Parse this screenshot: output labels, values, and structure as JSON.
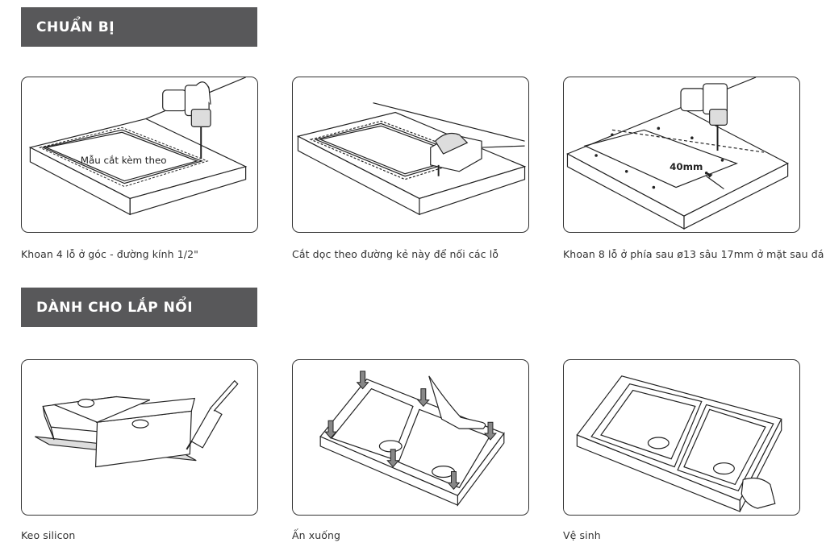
{
  "sections": {
    "prep_title": "CHUẨN BỊ",
    "surface_title": "DÀNH CHO LẮP NỔI"
  },
  "steps": {
    "drill_corners": {
      "caption": "Khoan 4 lỗ ở góc - đường kính 1/2\"",
      "template_label": "Mẫu cắt kèm theo"
    },
    "cut_along": {
      "caption": "Cắt dọc theo đường kẻ này để nối các lỗ"
    },
    "drill_back": {
      "caption": "Khoan 8 lỗ ở phía sau ø13 sâu 17mm ở mặt sau đá",
      "dimension_label": "40mm"
    },
    "silicone": {
      "caption": "Keo silicon"
    },
    "press_down": {
      "caption": "Ấn xuống"
    },
    "clean": {
      "caption": "Vệ sinh"
    }
  }
}
